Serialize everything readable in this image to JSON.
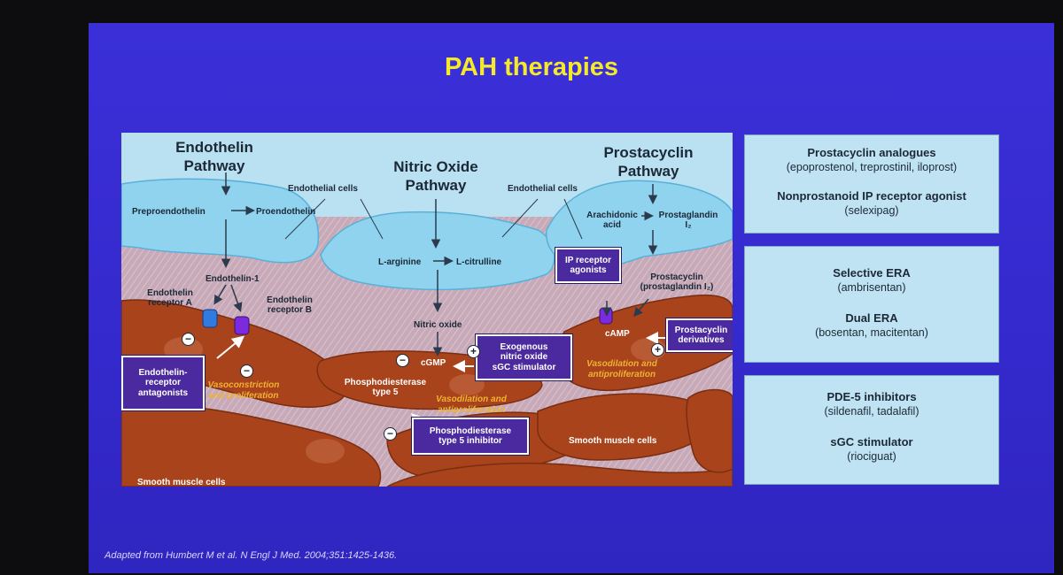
{
  "slide": {
    "title": "PAH therapies",
    "citation": "Adapted from Humbert M et al. N Engl J Med. 2004;351:1425-1436."
  },
  "diagram": {
    "endothelin_title": [
      "Endothelin",
      "Pathway"
    ],
    "nitric_title": [
      "Nitric Oxide",
      "Pathway"
    ],
    "prostacyclin_title": [
      "Prostacyclin",
      "Pathway"
    ],
    "endothelial_cells_1": "Endothelial cells",
    "endothelial_cells_2": "Endothelial cells",
    "preproendothelin": "Preproendothelin",
    "proendothelin": "Proendothelin",
    "l_arginine": "L-arginine",
    "l_citrulline": "L-citrulline",
    "arachidonic_acid": [
      "Arachidonic",
      "acid"
    ],
    "prostaglandin": [
      "Prostaglandin",
      "I₂"
    ],
    "endothelin_1": "Endothelin-1",
    "endothelin_receptor_a": [
      "Endothelin",
      "receptor A"
    ],
    "endothelin_receptor_b": [
      "Endothelin",
      "receptor B"
    ],
    "nitric_oxide": "Nitric oxide",
    "prostacyclin": [
      "Prostacyclin",
      "(prostaglandin I₂)"
    ],
    "ip_receptor_agonists": [
      "IP receptor",
      "agonists"
    ],
    "camp": "cAMP",
    "prostacyclin_derivatives": [
      "Prostacyclin",
      "derivatives"
    ],
    "cgmp": "cGMP",
    "exogenous_no": [
      "Exogenous",
      "nitric oxide",
      "sGC stimulator"
    ],
    "pde5": [
      "Phosphodiesterase",
      "type 5"
    ],
    "pde5_inhibitor": [
      "Phosphodiesterase",
      "type 5 inhibitor"
    ],
    "era_box": [
      "Endothelin-",
      "receptor",
      "antagonists"
    ],
    "vasoconstriction": [
      "Vasoconstriction",
      "and proliferation"
    ],
    "vasodilation_center": [
      "Vasodilation and",
      "antiproliferation"
    ],
    "vasodilation_right": [
      "Vasodilation and",
      "antiproliferation"
    ],
    "smooth_muscle_1": "Smooth muscle cells",
    "smooth_muscle_2": "Smooth muscle cells",
    "minus": "−",
    "plus": "+"
  },
  "panels": [
    {
      "items": [
        {
          "head": "Prostacyclin analogues",
          "sub": "(epoprostenol, treprostinil, iloprost)"
        },
        {
          "head": "Nonprostanoid IP receptor agonist",
          "sub": "(selexipag)"
        }
      ]
    },
    {
      "items": [
        {
          "head": "Selective ERA",
          "sub": "(ambrisentan)"
        },
        {
          "head": "Dual ERA",
          "sub": "(bosentan, macitentan)"
        }
      ]
    },
    {
      "items": [
        {
          "head": "PDE-5 inhibitors",
          "sub": "(sildenafil, tadalafil)"
        },
        {
          "head": "sGC stimulator",
          "sub": "(riociguat)"
        }
      ]
    }
  ]
}
